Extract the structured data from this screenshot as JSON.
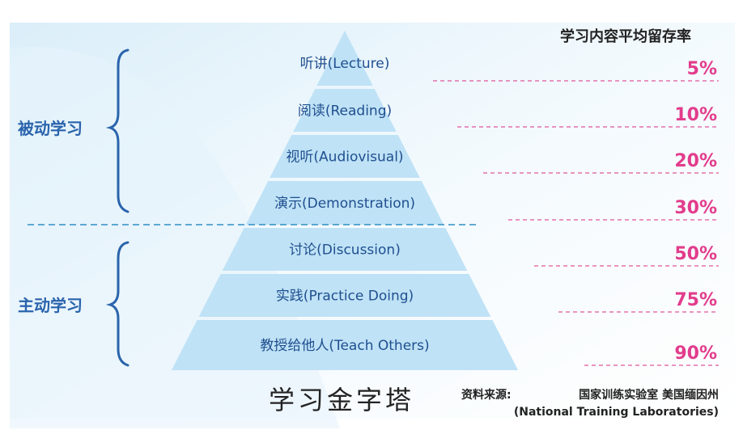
{
  "header": "学习内容平均留存率",
  "title": "学习金字塔",
  "groups": {
    "passive": "被动学习",
    "active": "主动学习"
  },
  "tiers": [
    {
      "label": "听讲(Lecture)",
      "retention": "5%"
    },
    {
      "label": "阅读(Reading)",
      "retention": "10%"
    },
    {
      "label": "视听(Audiovisual)",
      "retention": "20%"
    },
    {
      "label": "演示(Demonstration)",
      "retention": "30%"
    },
    {
      "label": "讨论(Discussion)",
      "retention": "50%"
    },
    {
      "label": "实践(Practice Doing)",
      "retention": "75%"
    },
    {
      "label": "教授给他人(Teach Others)",
      "retention": "90%"
    }
  ],
  "source": {
    "label": "资料来源:",
    "org": "国家训练实验室  美国缅因州",
    "org_en": "(National Training Laboratories)"
  },
  "colors": {
    "tier_fill": "#bfe2f6",
    "side_text": "#2a64ac",
    "tier_text": "#1f4f8f",
    "percent_text": "#e23c8c",
    "dashed_line": "#e0569c",
    "divider": "#2f8fc4"
  }
}
